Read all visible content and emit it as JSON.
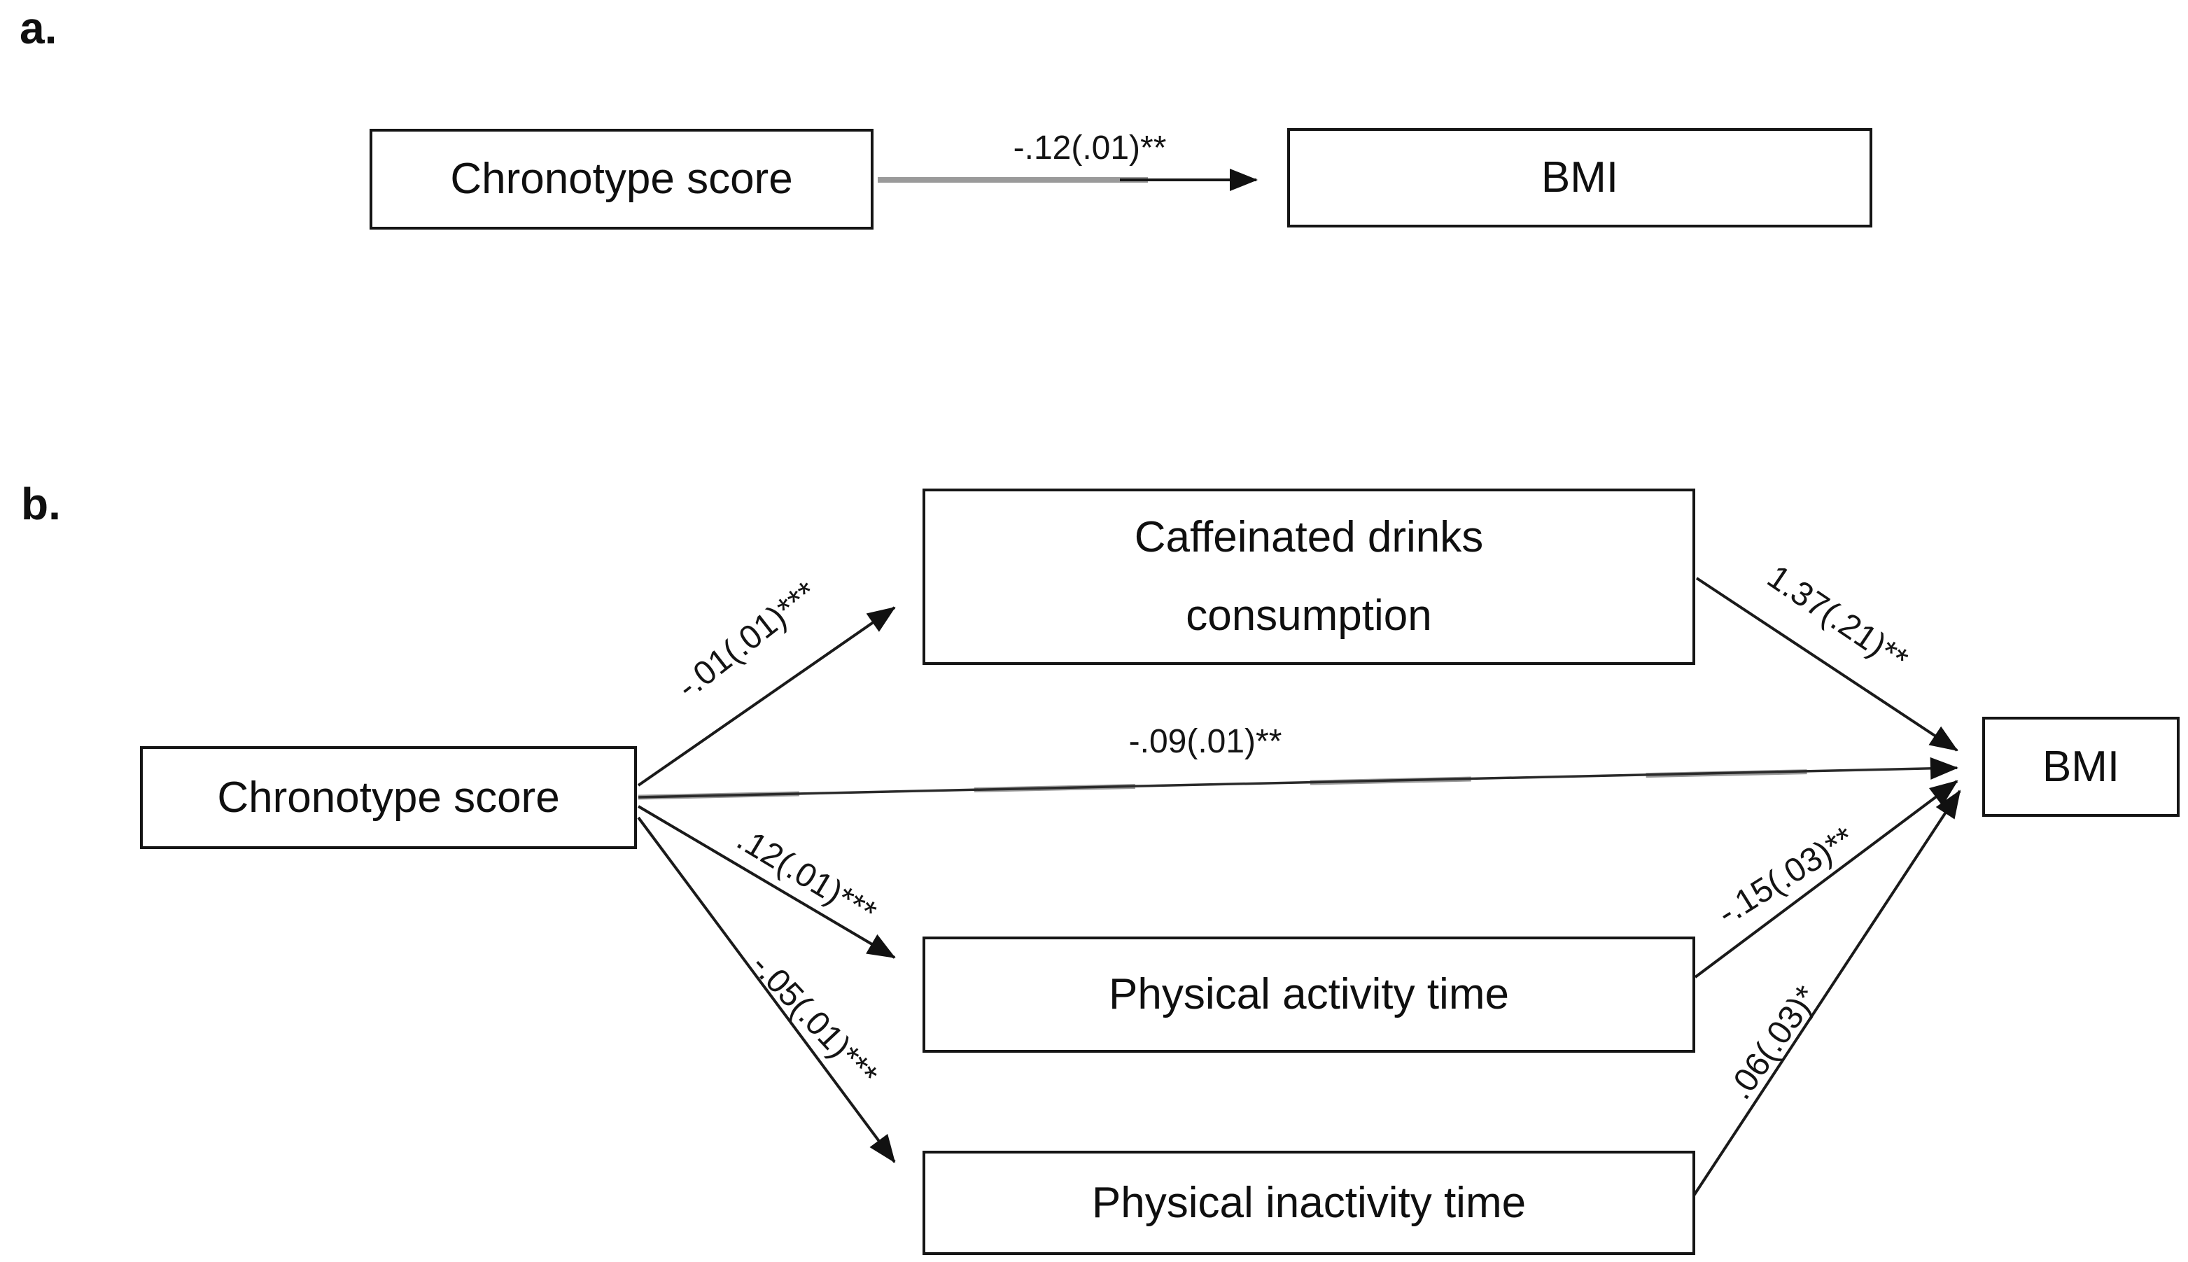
{
  "figure": {
    "panel_a": {
      "label": "a.",
      "predictor_box": "Chronotype score",
      "outcome_box": "BMI",
      "paths": {
        "direct": "-.12(.01)**"
      }
    },
    "panel_b": {
      "label": "b.",
      "predictor_box": "Chronotype score",
      "outcome_box": "BMI",
      "mediator_boxes": {
        "caffeinated": "Caffeinated drinks\nconsumption",
        "activity": "Physical activity time",
        "inactivity": "Physical inactivity time"
      },
      "paths": {
        "predictor_to_caffeinated": "-.01(.01)***",
        "caffeinated_to_outcome": "1.37(.21)**",
        "direct": "-.09(.01)**",
        "predictor_to_activity": ".12(.01)***",
        "activity_to_outcome": "-.15(.03)**",
        "predictor_to_inactivity": "-.05(.01)***",
        "inactivity_to_outcome": ".06(.03)*"
      }
    }
  }
}
